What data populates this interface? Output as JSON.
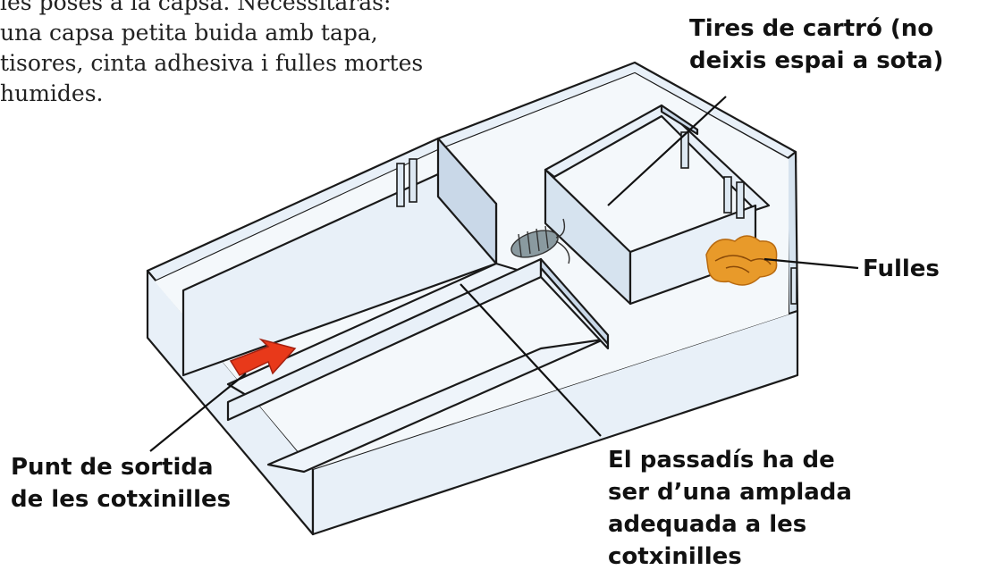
{
  "intro_text": [
    "les poses a la capsa. Necessitaràs:",
    "una capsa petita buida amb tapa,",
    "tisores, cinta adhesiva i fulles mortes",
    "humides."
  ],
  "labels": {
    "strips": [
      "Tires de cartró (no",
      "deixis espai a sota)"
    ],
    "leaves": "Fulles",
    "start": [
      "Punt de sortida",
      "de les cotxinilles"
    ],
    "corridor": [
      "El passadís ha de",
      "ser d’una amplada",
      "adequada a les",
      "cotxinilles"
    ]
  },
  "colors": {
    "wall_fill": "#e8f0f8",
    "wall_shade": "#c9d8e8",
    "line": "#1a1a1a",
    "arrow": "#e8391a",
    "leaf": "#e89a2a",
    "leaf_dark": "#b86a10"
  },
  "icons": [
    "start-arrow-icon",
    "woodlouse-icon",
    "leaves-icon"
  ]
}
